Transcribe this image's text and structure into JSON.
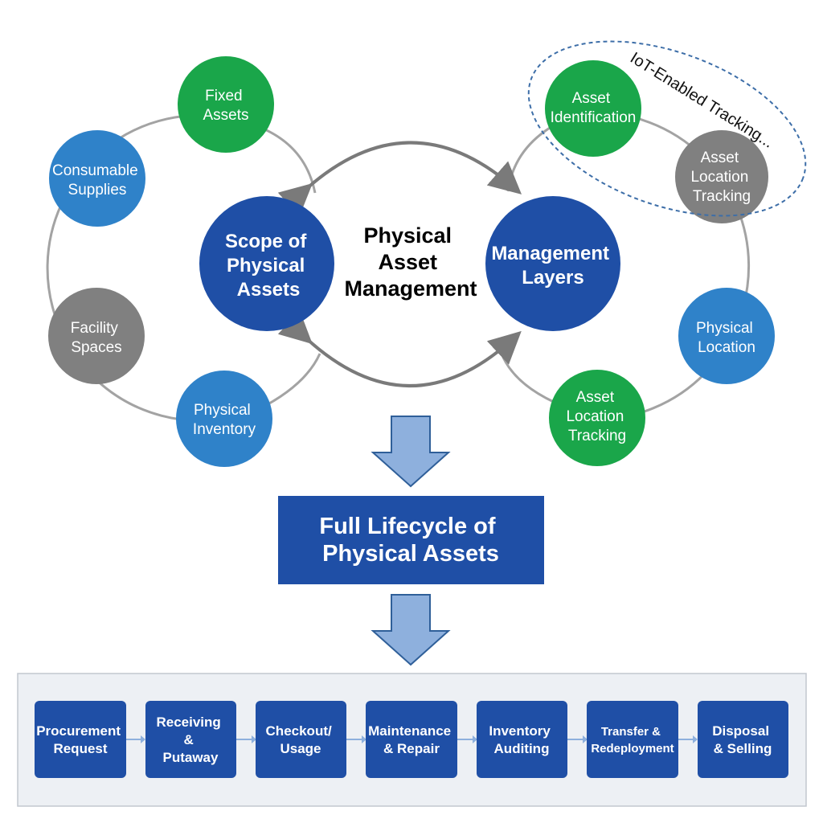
{
  "colors": {
    "dark_blue": "#1f4fa6",
    "mid_blue": "#2f82c9",
    "green": "#1aa64a",
    "gray": "#808080",
    "ring": "#a3a3a3",
    "lifecycle_box": "#1f4fa6",
    "arrow_fill": "#8eb0dd",
    "arrow_stroke": "#2f5f99",
    "panel_bg": "#edf0f4",
    "dashed": "#3d6ea8"
  },
  "center": {
    "title_lines": [
      "Physical",
      "Asset",
      "Management"
    ]
  },
  "left_cluster": {
    "hub_lines": [
      "Scope of",
      "Physical",
      "Assets"
    ],
    "satellites": [
      {
        "lines": [
          "Fixed",
          "Assets"
        ],
        "color": "green"
      },
      {
        "lines": [
          "Consumable",
          "Supplies"
        ],
        "color": "mid_blue"
      },
      {
        "lines": [
          "Facility",
          "Spaces"
        ],
        "color": "gray"
      },
      {
        "lines": [
          "Physical",
          "Inventory"
        ],
        "color": "mid_blue"
      }
    ]
  },
  "right_cluster": {
    "hub_lines": [
      "Management",
      "Layers"
    ],
    "satellites": [
      {
        "lines": [
          "Asset",
          "Identification"
        ],
        "color": "green"
      },
      {
        "lines": [
          "Asset",
          "Location",
          "Tracking"
        ],
        "color": "gray"
      },
      {
        "lines": [
          "Physical",
          "Location"
        ],
        "color": "mid_blue"
      },
      {
        "lines": [
          "Asset",
          "Location",
          "Tracking"
        ],
        "color": "green"
      }
    ],
    "iot_label": "IoT-Enabled Tracking..."
  },
  "lifecycle": {
    "lines": [
      "Full Lifecycle of",
      "Physical Assets"
    ]
  },
  "steps": [
    {
      "lines": [
        "Procurement",
        "Request"
      ]
    },
    {
      "lines": [
        "Receiving",
        "&",
        "Putaway"
      ]
    },
    {
      "lines": [
        "Checkout/",
        "Usage"
      ]
    },
    {
      "lines": [
        "Maintenance",
        "& Repair"
      ]
    },
    {
      "lines": [
        "Inventory",
        "Auditing"
      ]
    },
    {
      "lines": [
        "Transfer &",
        "Redeployment"
      ]
    },
    {
      "lines": [
        "Disposal",
        "& Selling"
      ]
    }
  ]
}
